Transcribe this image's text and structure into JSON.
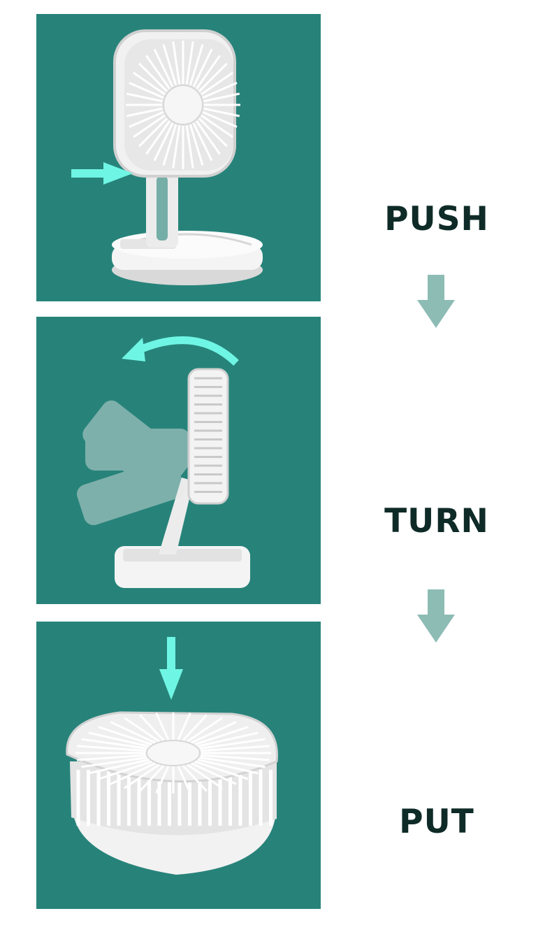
{
  "steps": [
    {
      "label": "PUSH",
      "illustration": "fan-push-stand"
    },
    {
      "label": "TURN",
      "illustration": "fan-turn-head"
    },
    {
      "label": "PUT",
      "illustration": "fan-folded-put-down"
    }
  ],
  "colors": {
    "panel_background": "#27837a",
    "motion_arrow": "#6ff5e4",
    "step_arrow": "#8dbcb5",
    "label_text": "#0f2b28",
    "fan_body": "#f2f2f2"
  },
  "icons": {
    "step_separator": "down-arrow-icon",
    "motion_hint": "arrow-icon"
  }
}
